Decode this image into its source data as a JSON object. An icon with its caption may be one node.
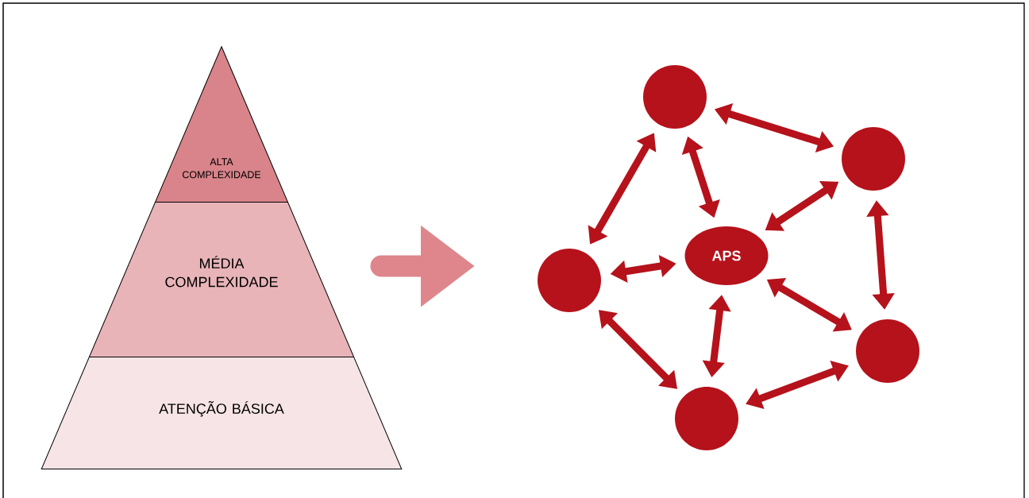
{
  "diagram": {
    "nodes": [
      {
        "text": [],
        "shape": "triangle"
      },
      {
        "text": [
          "ALTA COMPLEXIDADE"
        ],
        "in": 0
      },
      {
        "text": [
          "MÉDIA COMPLEXIDADE"
        ],
        "in": 0
      },
      {
        "text": [
          "ATENÇÃO BÁSICA"
        ],
        "in": 0
      },
      {
        "text": [],
        "shape": "circle"
      },
      {
        "text": [],
        "shape": "circle"
      },
      {
        "text": [
          "APS"
        ]
      },
      {
        "text": [],
        "shape": "circle"
      },
      {
        "text": [],
        "shape": "circle"
      },
      {
        "text": [],
        "shape": "circle"
      }
    ],
    "edges": [
      {
        "from": 4,
        "to": 5,
        "arrow": "both"
      },
      {
        "from": 4,
        "to": 6,
        "arrow": "both"
      },
      {
        "from": 4,
        "to": 7,
        "arrow": "both"
      },
      {
        "from": 5,
        "to": 6,
        "arrow": "both"
      },
      {
        "from": 5,
        "to": 8,
        "arrow": "both"
      },
      {
        "from": 6,
        "to": 7,
        "arrow": "both"
      },
      {
        "from": 6,
        "to": 8,
        "arrow": "both"
      },
      {
        "from": 6,
        "to": 9,
        "arrow": "both"
      },
      {
        "from": 7,
        "to": 9,
        "arrow": "both"
      },
      {
        "from": 9,
        "to": 8,
        "arrow": "both"
      }
    ]
  }
}
